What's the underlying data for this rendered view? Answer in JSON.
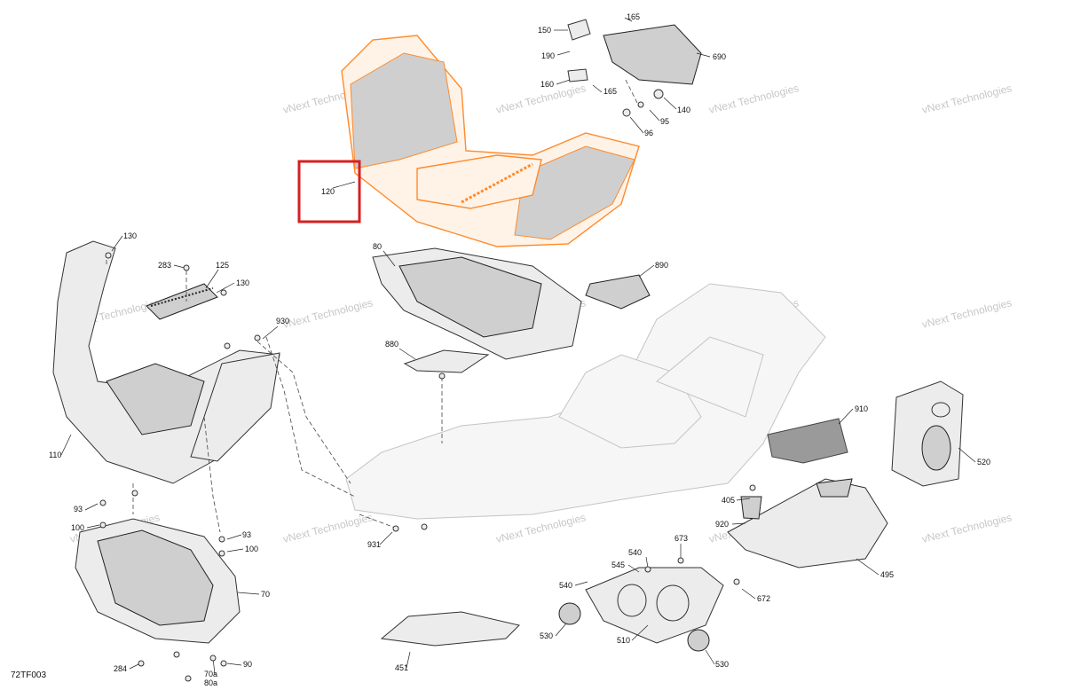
{
  "diagram_code": "72TF003",
  "watermark": "vNext Technologies",
  "callouts": [
    "165",
    "150",
    "190",
    "160",
    "165",
    "690",
    "140",
    "95",
    "96",
    "120",
    "130",
    "283",
    "125",
    "130",
    "80",
    "890",
    "930",
    "880",
    "110",
    "910",
    "520",
    "93",
    "100",
    "93",
    "100",
    "70",
    "931",
    "405",
    "920",
    "495",
    "540",
    "545",
    "673",
    "540",
    "672",
    "530",
    "510",
    "530",
    "451",
    "284",
    "70a",
    "80a",
    "90"
  ],
  "highlight": {
    "label": "120",
    "color": "#d62020"
  }
}
